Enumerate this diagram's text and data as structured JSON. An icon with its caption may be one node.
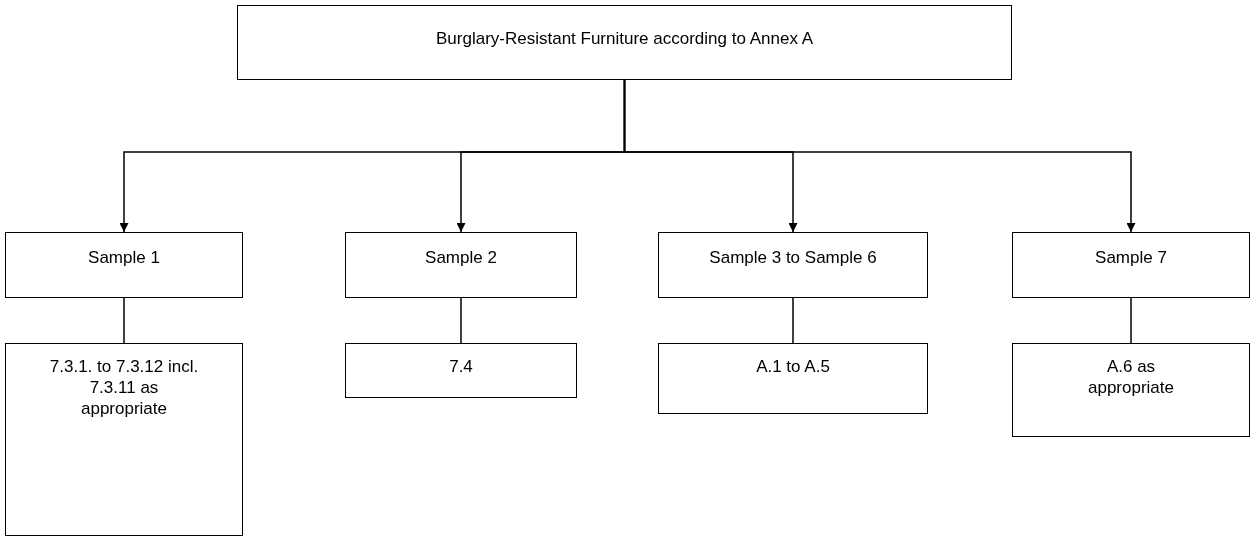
{
  "diagram": {
    "nodes": [
      {
        "text": [
          "Burglary-Resistant Furniture according to Annex A"
        ]
      },
      {
        "text": [
          "Sample 1"
        ]
      },
      {
        "text": [
          "Sample 2"
        ]
      },
      {
        "text": [
          "Sample 3 to Sample 6"
        ]
      },
      {
        "text": [
          "Sample 7"
        ]
      },
      {
        "text": [
          "7.3.1. to 7.3.12 incl. 7.3.11 as appropriate"
        ]
      },
      {
        "text": [
          "7.4"
        ]
      },
      {
        "text": [
          "A.1 to A.5"
        ]
      },
      {
        "text": [
          "A.6 as appropriate"
        ]
      }
    ],
    "edges": [
      {
        "from": 0,
        "to": 1,
        "arrow": "to"
      },
      {
        "from": 0,
        "to": 2,
        "arrow": "to"
      },
      {
        "from": 0,
        "to": 3,
        "arrow": "to"
      },
      {
        "from": 0,
        "to": 4,
        "arrow": "to"
      },
      {
        "from": 1,
        "to": 5,
        "arrow": "none"
      },
      {
        "from": 2,
        "to": 6,
        "arrow": "none"
      },
      {
        "from": 3,
        "to": 7,
        "arrow": "none"
      },
      {
        "from": 4,
        "to": 8,
        "arrow": "none"
      }
    ]
  }
}
